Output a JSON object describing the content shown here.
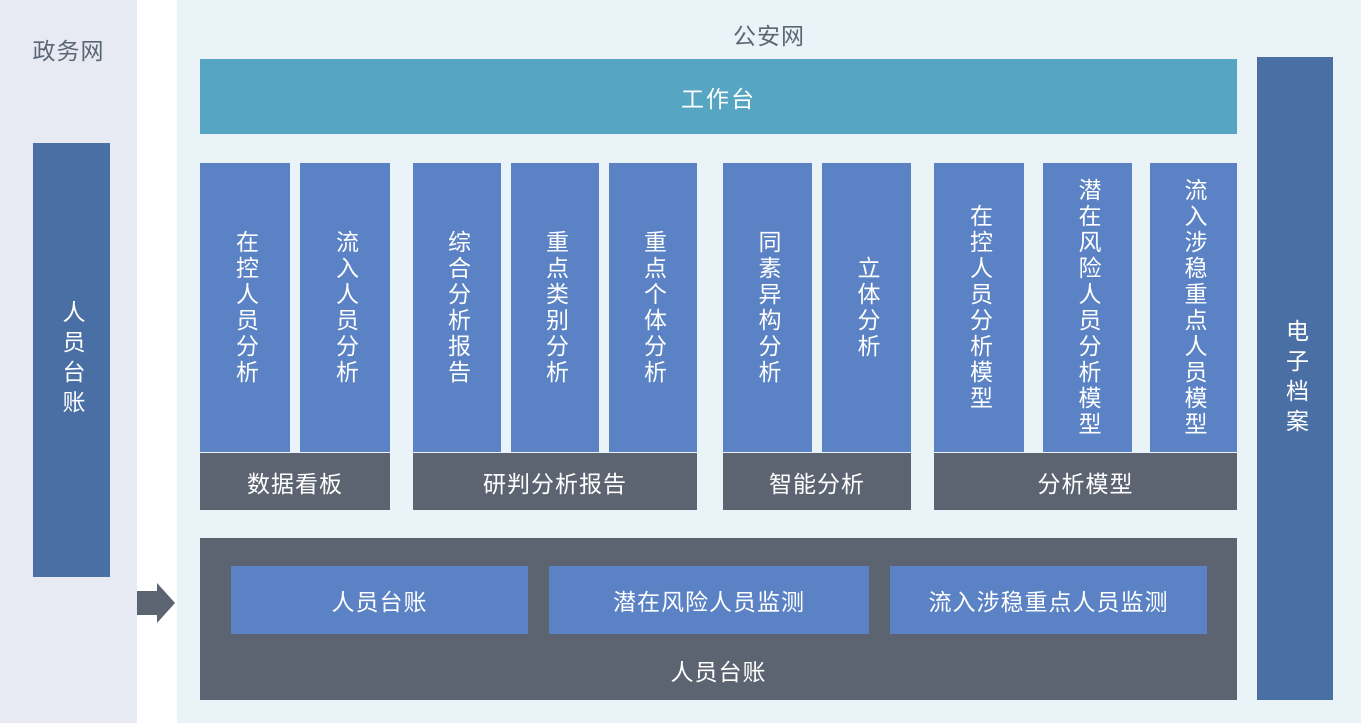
{
  "left_panel": {
    "title": "政务网",
    "bar_label": "人员台账"
  },
  "main_panel": {
    "title": "公安网",
    "workbench_label": "工作台",
    "groups": [
      {
        "footer": "数据看板",
        "items": [
          "在控人员分析",
          "流入人员分析"
        ]
      },
      {
        "footer": "研判分析报告",
        "items": [
          "综合分析报告",
          "重点类别分析",
          "重点个体分析"
        ]
      },
      {
        "footer": "智能分析",
        "items": [
          "同素异构分析",
          "立体分析"
        ]
      },
      {
        "footer": "分析模型",
        "items": [
          "在控人员分析模型",
          "潜在风险人员分析模型",
          "流入涉稳重点人员模型"
        ]
      }
    ],
    "bottom_box": {
      "label": "人员台账",
      "buttons": [
        "人员台账",
        "潜在风险人员监测",
        "流入涉稳重点人员监测"
      ]
    },
    "right_bar_label": "电子档案"
  },
  "colors": {
    "bg-left": "#e8eaf3",
    "bg-main": "#eaf3f8",
    "teal": "#56a5c3",
    "module-blue": "#5b82c4",
    "edge-blue": "#4a6fa4",
    "dark-gray": "#5c6472",
    "text-gray": "#5a6673",
    "white": "#ffffff"
  }
}
